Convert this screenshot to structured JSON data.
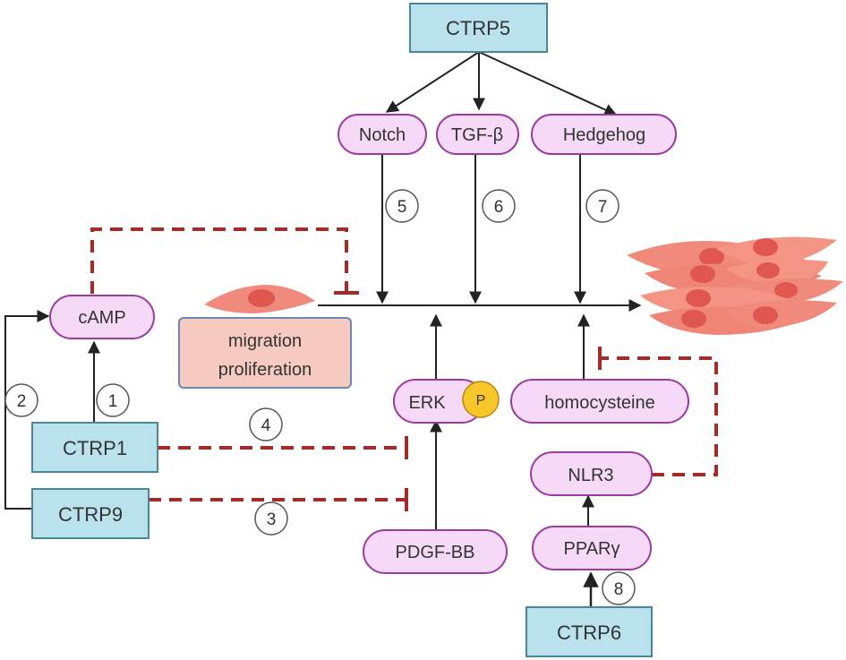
{
  "nodes": {
    "ctrp5": "CTRP5",
    "notch": "Notch",
    "tgf": "TGF-β",
    "hedgehog": "Hedgehog",
    "camp": "cAMP",
    "migration_line1": "migration",
    "migration_line2": "proliferation",
    "erk": "ERK",
    "phospho": "P",
    "homocysteine": "homocysteine",
    "ctrp1": "CTRP1",
    "ctrp9": "CTRP9",
    "nlr3": "NLR3",
    "pdgf": "PDGF-BB",
    "ppar": "PPARγ",
    "ctrp6": "CTRP6"
  },
  "steps": [
    "1",
    "2",
    "3",
    "4",
    "5",
    "6",
    "7",
    "8"
  ],
  "colors": {
    "protein_fill": "#b9e2ec",
    "protein_stroke": "#4a8794",
    "pathway_fill": "#f5d9f7",
    "pathway_stroke": "#9b3a9f",
    "effect_fill": "#f6c9c1",
    "effect_stroke": "#6b86b8",
    "cell_fill": "#f08a7c",
    "nucleus_fill": "#e0574f",
    "inhibit": "#a52a2a",
    "arrow": "#222222",
    "phospho_fill": "#f7c72a"
  }
}
